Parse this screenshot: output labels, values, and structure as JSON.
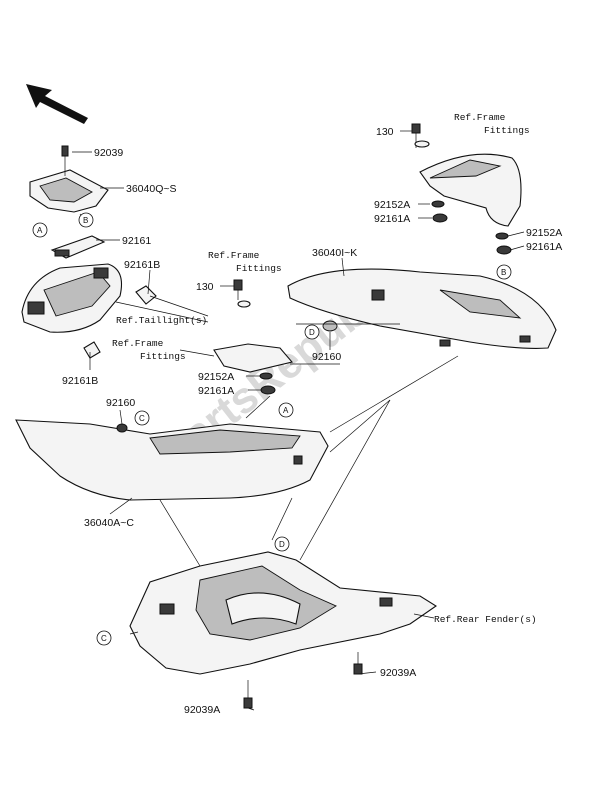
{
  "diagram": {
    "watermark": "PartsRepublik",
    "part_labels": {
      "p92039": "92039",
      "p36040qs": "36040Q~S",
      "p92161_top": "92161",
      "p92161b_top": "92161B",
      "p92161b_bottom": "92161B",
      "p130_right": "130",
      "p92152a_left": "92152A",
      "p92161a_left": "92161A",
      "p36040ik": "36040I~K",
      "p130_mid": "130",
      "p92160_right": "92160",
      "p92152a_mid": "92152A",
      "p92161a_mid": "92161A",
      "p92152a_right": "92152A",
      "p92161a_right": "92161A",
      "p92160_left": "92160",
      "p36040ac": "36040A~C",
      "p92039a_right": "92039A",
      "p92039a_bottom": "92039A"
    },
    "ref_labels": {
      "ref_frame_top_line1": "Ref.Frame",
      "ref_frame_top_line2": "Fittings",
      "ref_frame_mid_line1": "Ref.Frame",
      "ref_frame_mid_line2": "Fittings",
      "ref_frame_left_line1": "Ref.Frame",
      "ref_frame_left_line2": "Fittings",
      "ref_taillight": "Ref.Taillight(s)",
      "ref_rear_fender": "Ref.Rear Fender(s)"
    },
    "callouts": {
      "a1": "A",
      "a2": "A",
      "b1": "B",
      "b2": "B",
      "c1": "C",
      "c2": "C",
      "d1": "D",
      "d2": "D"
    }
  }
}
